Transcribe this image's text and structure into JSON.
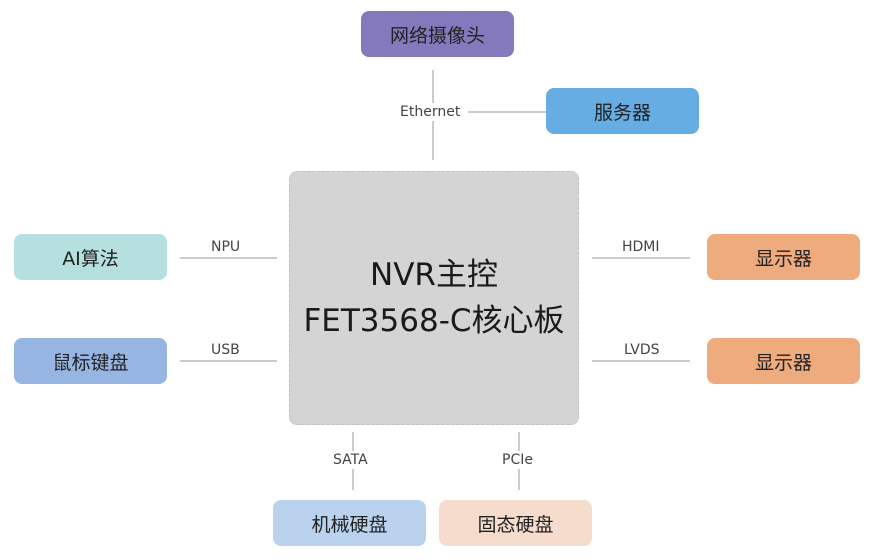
{
  "core": {
    "line1": "NVR主控",
    "line2": "FET3568-C核心板",
    "fill": "#d4d4d4"
  },
  "peripherals": {
    "camera": {
      "label": "网络摄像头",
      "color": "#8579bd",
      "text_color": "#222222"
    },
    "server": {
      "label": "服务器",
      "color": "#65ade3"
    },
    "ai": {
      "label": "AI算法",
      "color": "#b5e0df"
    },
    "keyboard_mouse": {
      "label": "鼠标键盘",
      "color": "#97b5e3"
    },
    "display_hdmi": {
      "label": "显示器",
      "color": "#eeab7e"
    },
    "display_lvds": {
      "label": "显示器",
      "color": "#eeab7e"
    },
    "hdd": {
      "label": "机械硬盘",
      "color": "#bad2ee"
    },
    "ssd": {
      "label": "固态硬盘",
      "color": "#f5dccd"
    }
  },
  "interfaces": {
    "ethernet": "Ethernet",
    "npu": "NPU",
    "usb": "USB",
    "hdmi": "HDMI",
    "lvds": "LVDS",
    "sata": "SATA",
    "pcie": "PCIe"
  }
}
